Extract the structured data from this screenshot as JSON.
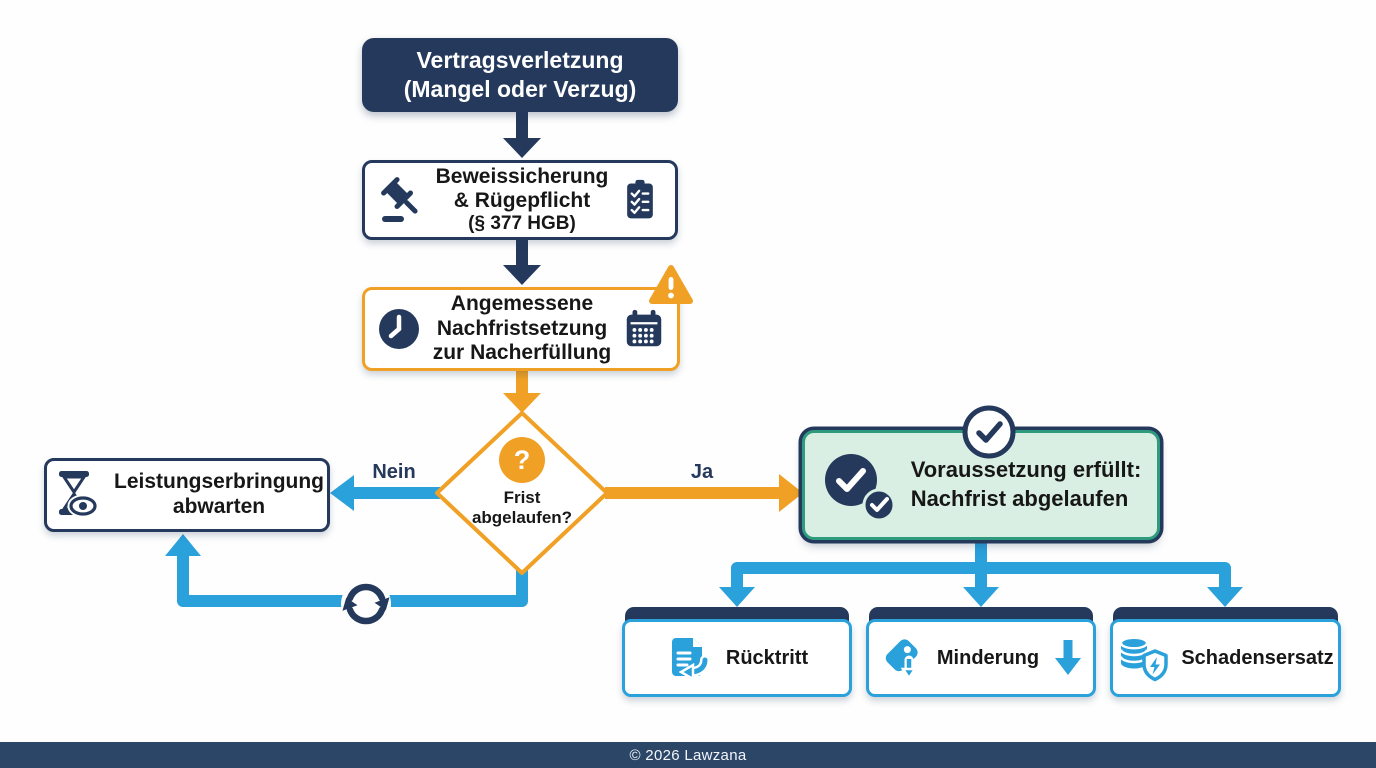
{
  "colors": {
    "navy": "#24395C",
    "blue": "#2AA1DB",
    "orange": "#F0A125",
    "mint": "#D9EFE4",
    "teal": "#2F9B7E",
    "footer_bar": "#2C4668"
  },
  "nodes": {
    "start": {
      "lines": [
        "Vertragsverletzung",
        "(Mangel oder Verzug)"
      ]
    },
    "beweis": {
      "lines": [
        "Beweissicherung",
        "& Rügepflicht",
        "(§ 377 HGB)"
      ]
    },
    "nachfrist": {
      "lines": [
        "Angemessene",
        "Nachfristsetzung",
        "zur Nacherfüllung"
      ]
    },
    "decision": {
      "icon_char": "?",
      "lines": [
        "Frist",
        "abgelaufen?"
      ]
    },
    "warten": {
      "lines": [
        "Leistungserbringung",
        "abwarten"
      ]
    },
    "erfuellt": {
      "lines": [
        "Voraussetzung erfüllt:",
        "Nachfrist abgelaufen"
      ]
    },
    "remedies": [
      {
        "label": "Rücktritt"
      },
      {
        "label": "Minderung"
      },
      {
        "label": "Schadensersatz"
      }
    ]
  },
  "edges": {
    "nein": "Nein",
    "ja": "Ja"
  },
  "footer": {
    "text": "© 2026 Lawzana"
  }
}
